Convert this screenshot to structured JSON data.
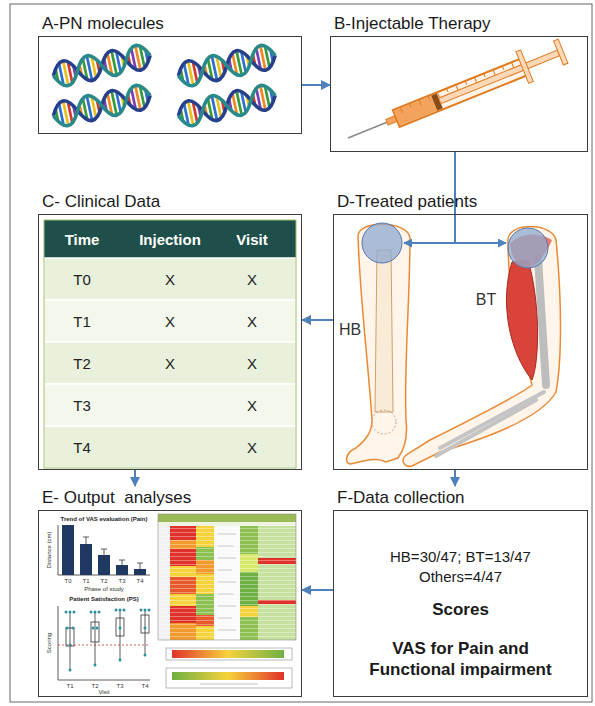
{
  "diagram": {
    "nodes": [
      {
        "text": [
          "A-PN molecules"
        ]
      },
      {
        "text": [
          "B-Injectable Therapy"
        ]
      },
      {
        "text": [
          "C- Clinical Data"
        ]
      },
      {
        "text": [
          "D-Treated patients"
        ]
      },
      {
        "text": [
          "E- Output  analyses"
        ]
      },
      {
        "text": [
          "F-Data collection",
          "HB=30/47; BT=13/47 Others=4/47",
          "Scores",
          "VAS for Pain and Functional impairment"
        ]
      }
    ],
    "edges": [
      {
        "from": 0,
        "to": 1,
        "arrow": "to"
      },
      {
        "from": 1,
        "to": 3,
        "arrow": "none"
      },
      {
        "from": 3,
        "to": 2,
        "arrow": "to"
      },
      {
        "from": 2,
        "to": 4,
        "arrow": "to"
      },
      {
        "from": 3,
        "to": 5,
        "arrow": "to"
      },
      {
        "from": 5,
        "to": 4,
        "arrow": "to"
      }
    ],
    "labels": [
      "Time",
      "Injection",
      "Visit",
      "T0",
      "X",
      "X",
      "T1",
      "X",
      "X",
      "T2",
      "X",
      "X",
      "T3",
      "X",
      "T4",
      "X",
      "HB",
      "BT",
      "Trend of VAS evaluation (Pain)",
      "Distance (cm)",
      "Phase of study",
      "T0",
      "T1",
      "T2",
      "T3",
      "T4",
      "Patient Satisfaction (PS)",
      "Scoring",
      "Visit",
      "T1",
      "T2",
      "T3",
      "T4"
    ]
  }
}
